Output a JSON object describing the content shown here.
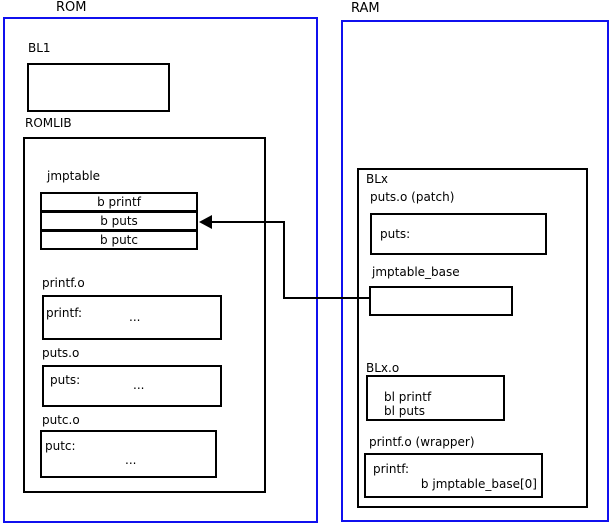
{
  "colors": {
    "frame_blue": "#1010ee",
    "line_black": "#000000",
    "background": "#ffffff"
  },
  "rom": {
    "title": "ROM",
    "bl1_label": "BL1",
    "romlib_label": "ROMLIB",
    "jmptable": {
      "label": "jmptable",
      "entries": [
        "b printf",
        "b puts",
        "b putc"
      ]
    },
    "printf_o": {
      "label": "printf.o",
      "symbol": "printf:",
      "dots": "..."
    },
    "puts_o": {
      "label": "puts.o",
      "symbol": "puts:",
      "dots": "..."
    },
    "putc_o": {
      "label": "putc.o",
      "symbol": "putc:",
      "dots": "..."
    }
  },
  "ram": {
    "title": "RAM",
    "blx_label": "BLx",
    "puts_patch": {
      "label": "puts.o (patch)",
      "symbol": "puts:"
    },
    "jmptable_base_label": "jmptable_base",
    "blx_o": {
      "label": "BLx.o",
      "lines": [
        "bl printf",
        "bl puts"
      ]
    },
    "printf_wrapper": {
      "label": "printf.o (wrapper)",
      "symbol": "printf:",
      "instruction": "b jmptable_base[0]"
    }
  },
  "arrow": {
    "description": "jmptable_base points to b puts entry in ROM jmptable"
  }
}
